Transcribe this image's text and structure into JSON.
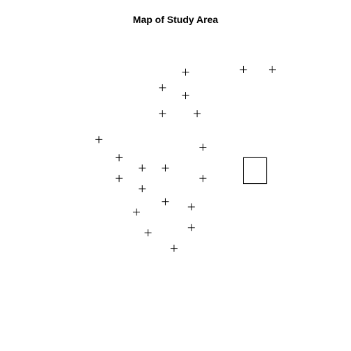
{
  "chart_data": {
    "type": "scatter",
    "title": "Map of Study Area",
    "xlabel": "",
    "ylabel": "",
    "marker": "plus",
    "grid": false,
    "axes_visible": false,
    "marker_color": "#000000",
    "background_color": "#ffffff",
    "xlim": [
      0,
      100
    ],
    "ylim": [
      0,
      100
    ],
    "points": [
      {
        "x": 50,
        "y": 88
      },
      {
        "x": 70,
        "y": 89
      },
      {
        "x": 80,
        "y": 89
      },
      {
        "x": 42,
        "y": 82
      },
      {
        "x": 50,
        "y": 79
      },
      {
        "x": 42,
        "y": 72
      },
      {
        "x": 54,
        "y": 72
      },
      {
        "x": 20,
        "y": 62
      },
      {
        "x": 56,
        "y": 59
      },
      {
        "x": 27,
        "y": 55
      },
      {
        "x": 35,
        "y": 51
      },
      {
        "x": 43,
        "y": 51
      },
      {
        "x": 27,
        "y": 47
      },
      {
        "x": 56,
        "y": 47
      },
      {
        "x": 35,
        "y": 43
      },
      {
        "x": 43,
        "y": 38
      },
      {
        "x": 52,
        "y": 36
      },
      {
        "x": 33,
        "y": 34
      },
      {
        "x": 52,
        "y": 28
      },
      {
        "x": 37,
        "y": 26
      },
      {
        "x": 46,
        "y": 20
      }
    ],
    "rectangles": [
      {
        "x0": 70,
        "x1": 78,
        "y0": 45,
        "y1": 55
      }
    ]
  }
}
